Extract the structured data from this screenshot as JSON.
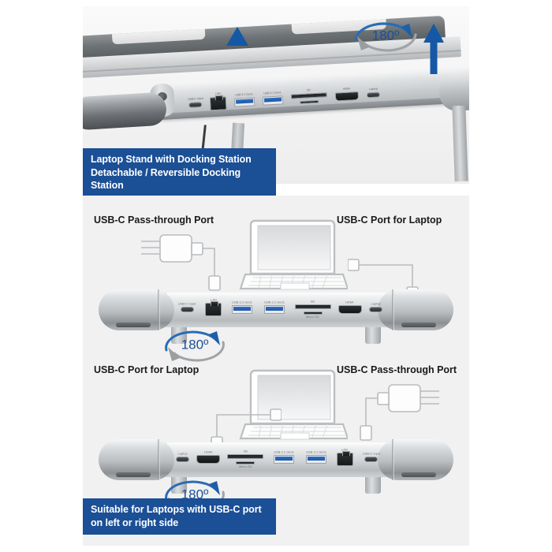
{
  "product": {
    "name": "Laptop Stand with Docking Station",
    "subtitle": "Detachable / Reversible Docking Station"
  },
  "colors": {
    "caption_bg": "#1b4f96",
    "caption_text": "#ffffff",
    "accent_blue": "#1b4f96",
    "arrow_blue": "#1d5fa8",
    "arrow_gray": "#9a9ea1",
    "panel_bg": "#f1f1f1",
    "page_bg": "#ffffff",
    "usb_blue": "#2363b8"
  },
  "sections": {
    "top_photo": {
      "caption_line1": "Laptop Stand with Docking Station",
      "caption_line2": "Detachable / Reversible Docking Station",
      "rotation_badge": "180º",
      "detach_arrow": "up-arrow"
    },
    "orientation_a": {
      "left_label": "USB-C Pass-through Port",
      "right_label": "USB-C Port for Laptop",
      "rotation_badge": "180º",
      "left_device": "power-adapter",
      "right_device": "laptop"
    },
    "orientation_b": {
      "left_label": "USB-C Port for Laptop",
      "right_label": "USB-C Pass-through Port",
      "rotation_badge": "180º",
      "left_device": "laptop",
      "right_device": "power-adapter"
    },
    "bottom_caption": {
      "caption_line1": "Suitable for Laptops with USB-C port",
      "caption_line2": "on left or right side"
    }
  },
  "dock_ports_forward": [
    {
      "id": "usbc-passthrough",
      "type": "usb-c",
      "label": "USB-C Input",
      "sub": ""
    },
    {
      "id": "ethernet",
      "type": "rj45",
      "label": "LAN",
      "sub": ""
    },
    {
      "id": "usb-a-1",
      "type": "usb-a",
      "label": "USB 3.1 Gen1",
      "sub": ""
    },
    {
      "id": "usb-a-2",
      "type": "usb-a",
      "label": "USB 3.1 Gen1",
      "sub": ""
    },
    {
      "id": "card-reader",
      "type": "card",
      "label": "SD",
      "sub": "Micro SD"
    },
    {
      "id": "hdmi",
      "type": "hdmi",
      "label": "HDMI",
      "sub": ""
    },
    {
      "id": "usbc-laptop",
      "type": "usb-c",
      "label": "Laptop",
      "sub": ""
    }
  ],
  "dock_ports_reversed": [
    {
      "id": "usbc-laptop",
      "type": "usb-c",
      "label": "Laptop",
      "sub": ""
    },
    {
      "id": "hdmi",
      "type": "hdmi",
      "label": "HDMI",
      "sub": ""
    },
    {
      "id": "card-reader",
      "type": "card",
      "label": "SD",
      "sub": "Micro SD"
    },
    {
      "id": "usb-a-2",
      "type": "usb-a",
      "label": "USB 3.1 Gen1",
      "sub": ""
    },
    {
      "id": "usb-a-1",
      "type": "usb-a",
      "label": "USB 3.1 Gen1",
      "sub": ""
    },
    {
      "id": "ethernet",
      "type": "rj45",
      "label": "LAN",
      "sub": ""
    },
    {
      "id": "usbc-passthrough",
      "type": "usb-c",
      "label": "USB-C Input",
      "sub": ""
    }
  ],
  "photo_ports": [
    {
      "id": "usbc-passthrough",
      "type": "usb-c",
      "label": "USB-C Input"
    },
    {
      "id": "ethernet",
      "type": "rj45",
      "label": "LAN"
    },
    {
      "id": "usb-a-1",
      "type": "usb-a",
      "label": "USB 3.1 Gen1"
    },
    {
      "id": "usb-a-2",
      "type": "usb-a",
      "label": "USB 3.1 Gen1"
    },
    {
      "id": "card-reader",
      "type": "card",
      "label": "SD"
    },
    {
      "id": "hdmi",
      "type": "hdmi",
      "label": "HDMI"
    },
    {
      "id": "usbc-laptop",
      "type": "usb-c",
      "label": "Laptop"
    }
  ]
}
